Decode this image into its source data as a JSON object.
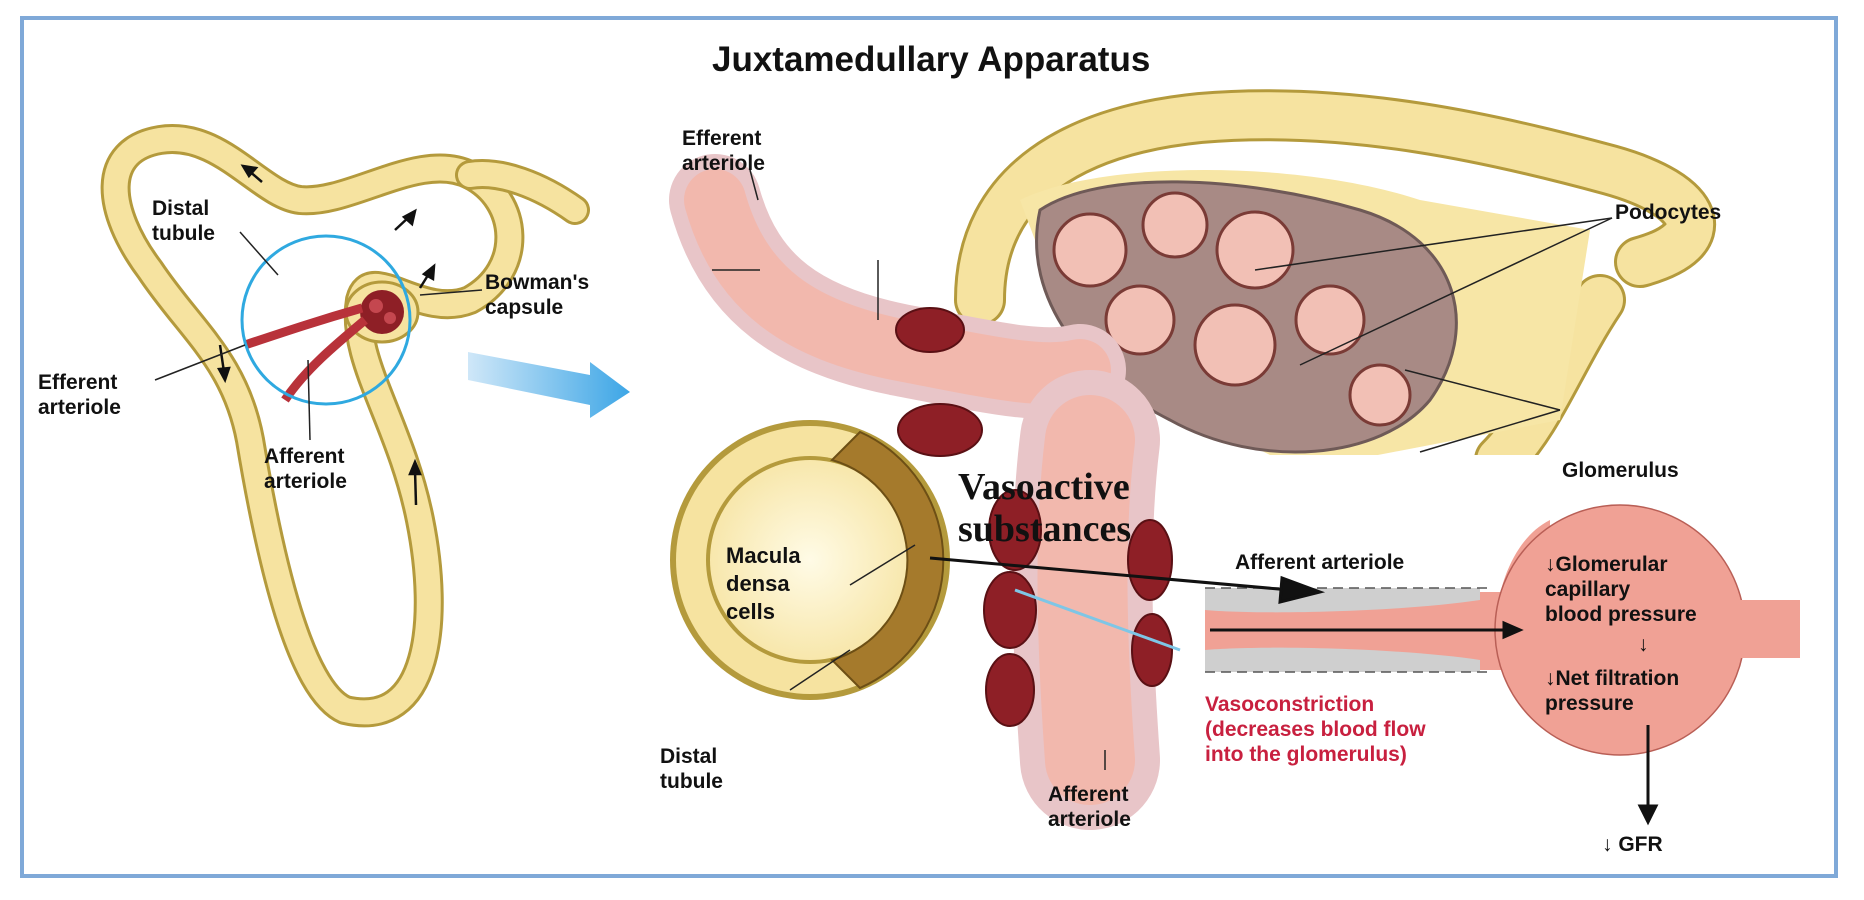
{
  "title": "Juxtamedullary Apparatus",
  "left": {
    "distal_tubule": "Distal\ntubule",
    "bowmans_capsule": "Bowman's\ncapsule",
    "efferent_arteriole": "Efferent\narteriole",
    "afferent_arteriole": "Afferent\narteriole"
  },
  "right": {
    "efferent_arteriole": "Efferent\narteriole",
    "podocytes": "Podocytes",
    "macula_densa": "Macula\ndensa\ncells",
    "distal_tubule": "Distal\ntubule",
    "afferent_arteriole": "Afferent\narteriole",
    "vasoactive": "Vasoactive\nsubstances"
  },
  "inset": {
    "glomerulus": "Glomerulus",
    "afferent_arteriole": "Afferent arteriole",
    "capillary_pressure": "↓Glomerular\ncapillary\nblood pressure",
    "down_arrow": "↓",
    "net_filtration": "↓Net filtration\npressure",
    "vasoconstriction": "Vasoconstriction\n(decreases blood flow\ninto the glomerulus)",
    "gfr": "↓ GFR"
  },
  "colors": {
    "frame": "#7fa9d8",
    "tubule": "#f6e3a0",
    "tubule_outline": "#b49a3c",
    "arteriole": "#f2b8ad",
    "granular_cell": "#8e1f26",
    "macula_densa": "#a57a2c",
    "highlight_circle": "#2fa9e0",
    "glomerulus_fill": "#f0a195",
    "vasoconstriction_text": "#c8203f"
  }
}
